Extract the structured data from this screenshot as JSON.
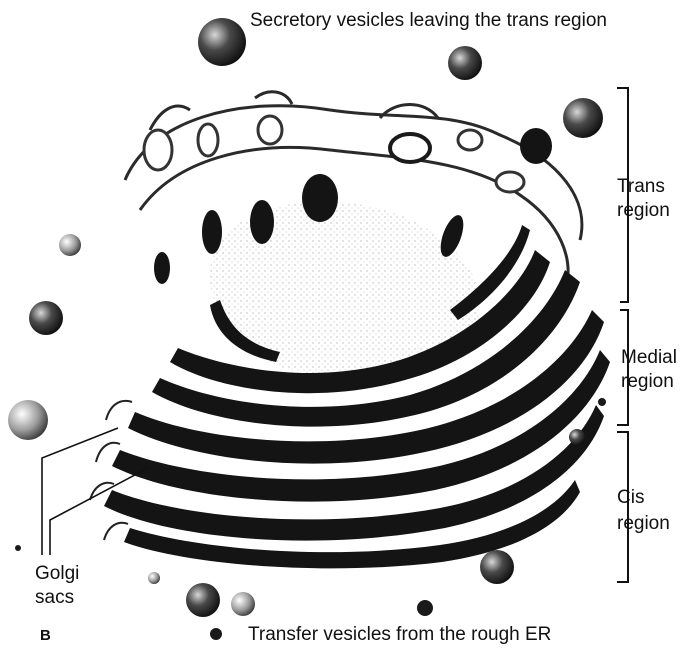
{
  "figure": {
    "labels": {
      "secretory": "Secretory vesicles leaving the trans region",
      "trans_line1": "Trans",
      "trans_line2": "region",
      "medial_line1": "Medial",
      "medial_line2": "region",
      "cis_line1": "Cis",
      "cis_line2": "region",
      "golgi_line1": "Golgi",
      "golgi_line2": "sacs",
      "transfer": "Transfer vesicles from the rough ER",
      "panel_letter": "B"
    },
    "colors": {
      "ink": "#111111",
      "sac_fill": "#141414",
      "vesicle_dark": "#1a1a1a",
      "vesicle_light": "#9a9a9a",
      "stipple": "#bdbdbd",
      "background": "#ffffff"
    }
  }
}
